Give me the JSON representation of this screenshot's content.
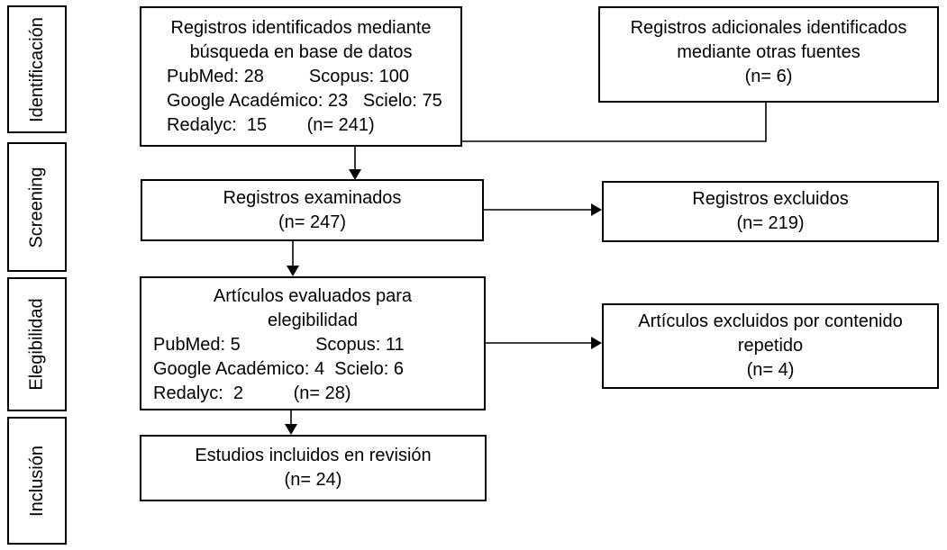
{
  "colors": {
    "background": "#ffffff",
    "border": "#000000",
    "text": "#000000",
    "connector": "#000000"
  },
  "sidebar": {
    "stages": [
      {
        "label": "Identificación"
      },
      {
        "label": "Screening"
      },
      {
        "label": "Elegibilidad"
      },
      {
        "label": "Inclusión"
      }
    ]
  },
  "boxes": {
    "identified": {
      "title_lines": [
        "Registros identificados mediante",
        "búsqueda en base de datos"
      ],
      "stat_lines": [
        "PubMed: 28         Scopus: 100",
        "Google Académico: 23   Scielo: 75",
        "Redalyc:  15        (n= 241)"
      ]
    },
    "additional": {
      "lines": [
        "Registros adicionales identificados",
        "mediante otras fuentes",
        "(n= 6)"
      ]
    },
    "screened": {
      "lines": [
        "Registros examinados",
        "(n= 247)"
      ]
    },
    "excluded": {
      "lines": [
        "Registros excluidos",
        "(n= 219)"
      ]
    },
    "eligibility": {
      "title_lines": [
        "Artículos evaluados para",
        "elegibilidad"
      ],
      "stat_lines": [
        "PubMed: 5               Scopus: 11",
        "Google Académico: 4  Scielo: 6",
        "Redalyc:  2          (n= 28)"
      ]
    },
    "excluded_repeated": {
      "lines": [
        "Artículos excluidos por contenido",
        "repetido",
        "(n= 4)"
      ]
    },
    "included": {
      "lines": [
        "Estudios incluidos en revisión",
        "(n= 24)"
      ]
    }
  }
}
